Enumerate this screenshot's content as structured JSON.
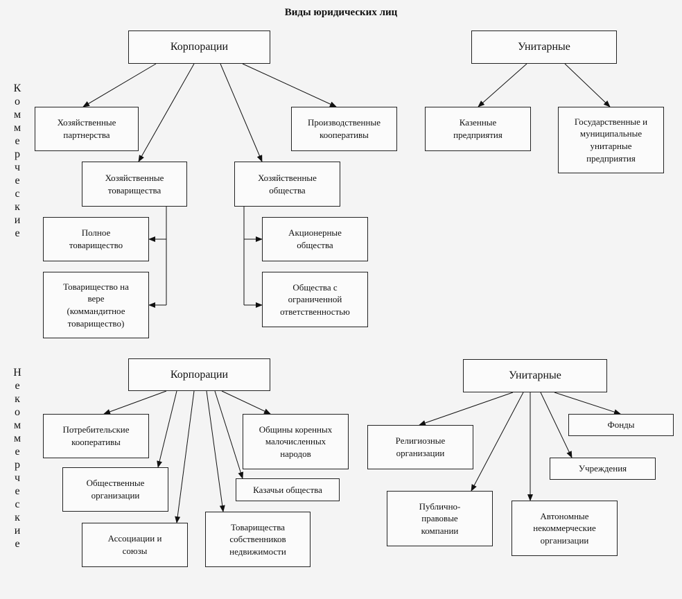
{
  "title": "Виды юридических лиц",
  "side_labels": {
    "commercial": "К\nо\nм\nм\nе\nр\nч\nе\nс\nк\nи\nе",
    "noncommercial": "Н\nе\nк\nо\nм\nм\nе\nр\nч\nе\nс\nк\nи\nе"
  },
  "commercial": {
    "corporations": "Корпорации",
    "unitary": "Унитарные",
    "business_partnerships": "Хозяйственные\nпартнерства",
    "production_coops": "Производственные\nкооперативы",
    "business_companies_partnerships": "Хозяйственные\nтоварищества",
    "business_societies": "Хозяйственные\nобщества",
    "full_partnership": "Полное\nтоварищество",
    "limited_partnership": "Товарищество на\nвере\n(коммандитное\nтоварищество)",
    "joint_stock": "Акционерные\nобщества",
    "llc": "Общества с\nограниченной\nответственностью",
    "state_enterprises": "Казенные\nпредприятия",
    "state_municipal": "Государственные и\nмуниципальные\nунитарные\nпредприятия"
  },
  "noncommercial": {
    "corporations": "Корпорации",
    "unitary": "Унитарные",
    "consumer_coops": "Потребительские\nкооперативы",
    "public_orgs": "Общественные\nорганизации",
    "associations": "Ассоциации и\nсоюзы",
    "owners_partnerships": "Товарищества\nсобственников\nнедвижимости",
    "indigenous": "Общины коренных\nмалочисленных\nнародов",
    "cossack": "Казачьи общества",
    "religious": "Религиозные\nорганизации",
    "public_law": "Публично-\nправовые\nкомпании",
    "funds": "Фонды",
    "institutions": "Учреждения",
    "autonomous": "Автономные\nнекоммерческие\nорганизации"
  }
}
